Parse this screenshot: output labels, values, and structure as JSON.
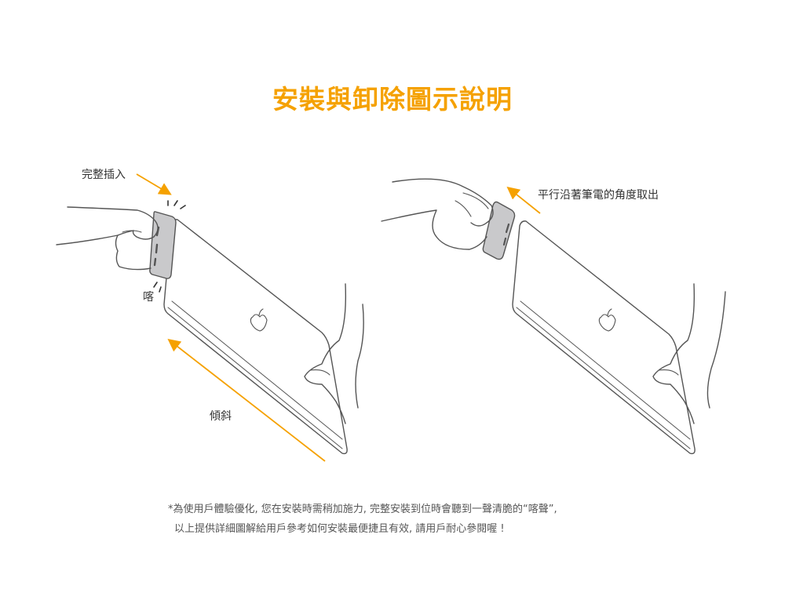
{
  "title": "安裝與卸除圖示說明",
  "colors": {
    "accent": "#F5A100",
    "line": "#555555",
    "dongle": "#C9C9CB"
  },
  "icons": [
    "apple-logo-icon",
    "arrow-icon",
    "click-spark-icon"
  ],
  "install": {
    "insert_label": "完整插入",
    "click_label": "喀",
    "tilt_label": "傾斜"
  },
  "remove": {
    "angle_label": "平行沿著筆電的角度取出"
  },
  "footnote": {
    "line1": "*為使用戶體驗優化, 您在安裝時需稍加施力, 完整安裝到位時會聽到一聲清脆的“喀聲”,",
    "line2": "以上提供詳細圖解給用戶參考如何安裝最便捷且有效, 請用戶耐心參閱喔 !"
  }
}
